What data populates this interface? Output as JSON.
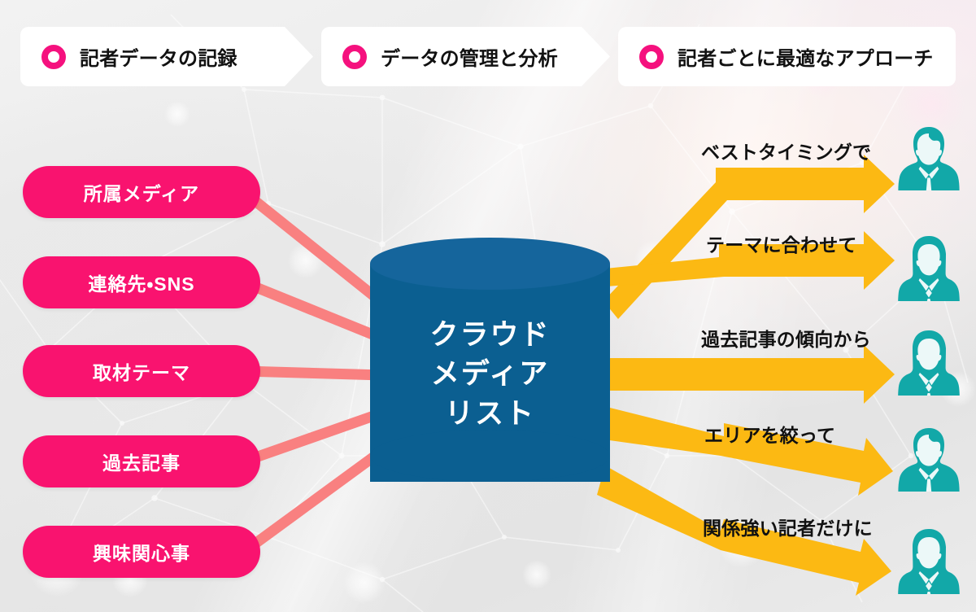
{
  "palette": {
    "pink": "#f9136f",
    "magenta": "#f5117e",
    "salmon_wire": "#f98080",
    "amber_arrow": "#fcb913",
    "cylinder_body": "#0b5f91",
    "cylinder_top": "#15659c",
    "avatar_teal": "#12a8a8",
    "background": "#e9e9e9",
    "text_dark": "#111111",
    "text_light": "#ffffff"
  },
  "header": {
    "steps": [
      {
        "icon": "circle-outline-icon",
        "label": "記者データの記録"
      },
      {
        "icon": "circle-outline-icon",
        "label": "データの管理と分析"
      },
      {
        "icon": "circle-outline-icon",
        "label": "記者ごとに最適なアプローチ"
      }
    ]
  },
  "inputs": {
    "items": [
      {
        "label": "所属メディア"
      },
      {
        "label": "連絡先・SNS"
      },
      {
        "label": "取材テーマ"
      },
      {
        "label": "過去記事"
      },
      {
        "label": "興味関心事"
      }
    ]
  },
  "hub": {
    "shape": "cylinder-database",
    "label": "クラウド\nメディア\nリスト"
  },
  "outputs": {
    "items": [
      {
        "label": "ベストタイミングで",
        "avatar": "person-male-icon"
      },
      {
        "label": "テーマに合わせて",
        "avatar": "person-female-icon"
      },
      {
        "label": "過去記事の傾向から",
        "avatar": "person-female-icon"
      },
      {
        "label": "エリアを絞って",
        "avatar": "person-male-icon"
      },
      {
        "label": "関係強い記者だけに",
        "avatar": "person-female-icon"
      }
    ]
  }
}
